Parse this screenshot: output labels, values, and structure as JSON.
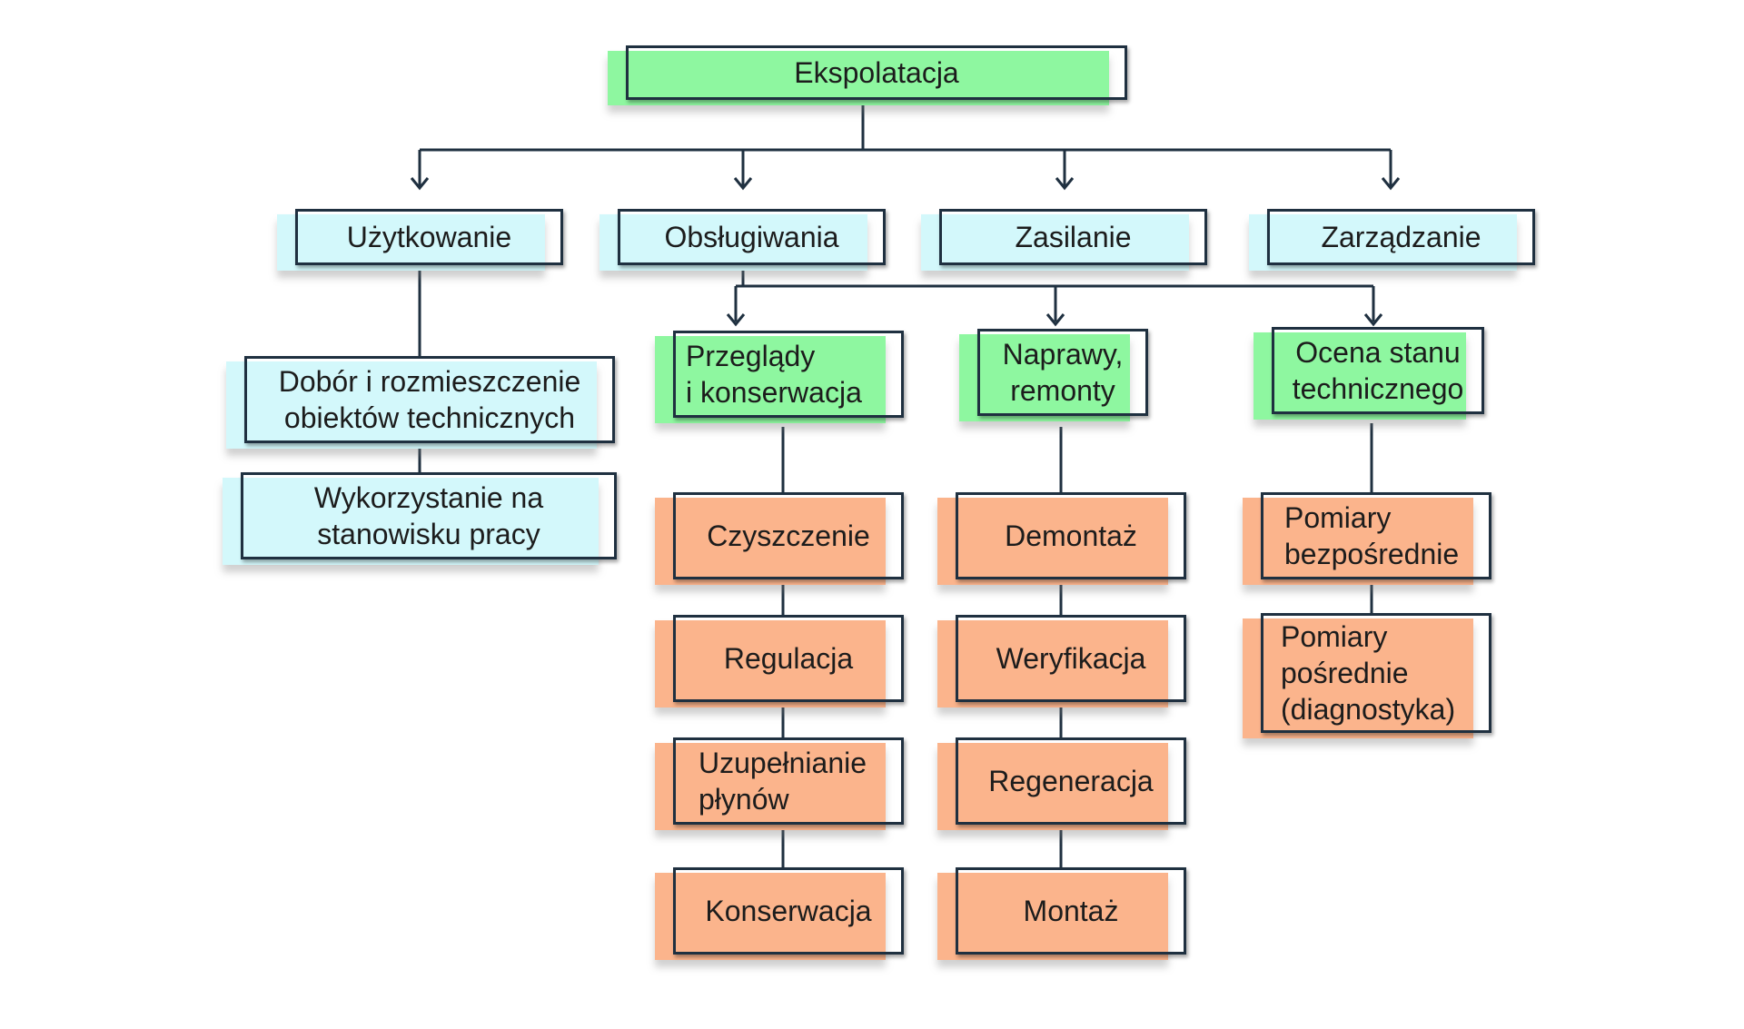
{
  "colors": {
    "green": "#8ef7a0",
    "cyan": "#d3f8fb",
    "orange": "#fbb48c",
    "line": "#1f3040",
    "dot": "#ec8a4e"
  },
  "nodes": {
    "root": "Ekspolatacja",
    "uzytkowanie": "Użytkowanie",
    "obslugiwania": "Obsługiwania",
    "zasilanie": "Zasilanie",
    "zarzadzanie": "Zarządzanie",
    "dobor": "Dobór i rozmieszczenie\nobiektów technicznych",
    "wykorzystanie": "Wykorzystanie na\nstanowisku pracy",
    "przeglady": "Przeglądy\ni konserwacja",
    "naprawy": "Naprawy,\nremonty",
    "ocena": "Ocena stanu\ntechnicznego",
    "czyszczenie": "Czyszczenie",
    "regulacja": "Regulacja",
    "uzupelnianie": "Uzupełnianie\npłynów",
    "konserwacja": "Konserwacja",
    "demontaz": "Demontaż",
    "weryfikacja": "Weryfikacja",
    "regeneracja": "Regeneracja",
    "montaz": "Montaż",
    "pomiary_bezp": "Pomiary\nbezpośrednie",
    "pomiary_posr": "Pomiary\npośrednie\n(diagnostyka)"
  }
}
